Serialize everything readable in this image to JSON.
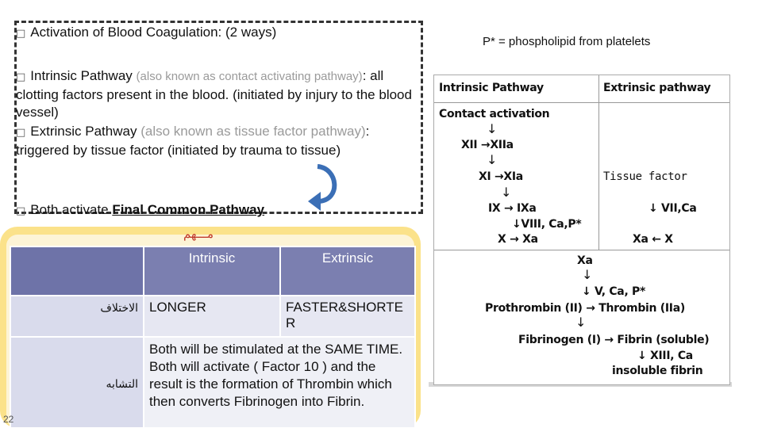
{
  "bullets": {
    "b1": "Activation of Blood Coagulation: (2 ways)",
    "b2_lead": "Intrinsic Pathway",
    "b2_gray": "(also known as contact activating pathway)",
    "b2_rest": ": all clotting factors present in the blood. (initiated by injury to the blood vessel)",
    "b3_lead": "Extrinsic Pathway",
    "b3_gray": "(also known as tissue factor pathway)",
    "b3_rest": ": triggered by tissue factor (initiated by trauma to tissue)",
    "b4_lead": "Both activate",
    "b4_bold": "Final Common Pathway",
    "bullet_glyph": "□"
  },
  "footnote": "P* = phospholipid from platelets",
  "pathway": {
    "col_intrinsic": "Intrinsic Pathway",
    "col_extrinsic": "Extrinsic pathway",
    "contact": "Contact activation",
    "xii": "XII →XIIa",
    "xi": "XI →XIa",
    "ix": "IX → IXa",
    "viii": "↓VIII, Ca,P*",
    "x": "X → Xa",
    "tissue": "Tissue factor",
    "vii": "↓ VII,Ca",
    "xa_ext": "Xa ← X",
    "xa": "Xa",
    "vca": "↓ V, Ca, P*",
    "prothrombin": "Prothrombin (II) → Thrombin (IIa)",
    "fibrinogen": "Fibrinogen (I) → Fibrin (soluble)",
    "xiii": "↓ XIII, Ca",
    "insoluble": "insoluble fibrin",
    "down_arrow": "↓"
  },
  "comparison": {
    "title": "مـــهم",
    "header_intrinsic": "Intrinsic",
    "header_extrinsic": "Extrinsic",
    "row1_label": "الاختلاف",
    "row1_intrinsic": "LONGER",
    "row1_extrinsic": "FASTER&SHORTER",
    "row2_label": "التشابه",
    "row2_text1": "Both will be stimulated at the SAME TIME.",
    "row2_text2": "Both will activate ( Factor 10 ) and the result is the formation of Thrombin which then converts Fibrinogen into Fibrin."
  },
  "slide_number": "22"
}
